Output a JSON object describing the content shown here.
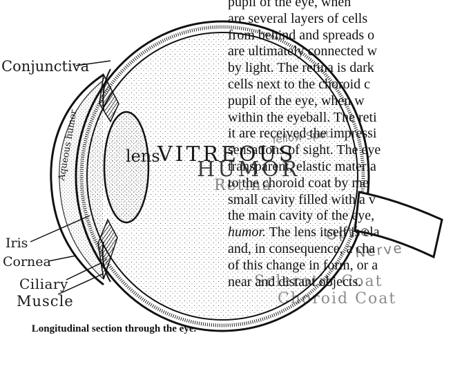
{
  "body_text": {
    "lines": [
      "pupil of the eye, when",
      "are several layers of cells",
      "from behind and spreads o",
      "are ultimately connected w",
      "by light. The retina is dark",
      "cells next to the choroid c",
      "pupil of the eye, when w",
      "within the eyeball. The reti",
      "it are received the impressi",
      "sensations of sight. The eye",
      "transparent, elastic materia",
      "to the choroid coat by me",
      "small cavity filled with a v",
      "the main cavity of the eye,",
      "and, in consequence, a cha",
      "of this change in form, or a",
      "near and distant objects."
    ],
    "italic_line": {
      "italic": "humor.",
      "rest": " The lens itself is ela"
    }
  },
  "figure": {
    "labels": {
      "conjunctiva": "Conjunctiva",
      "iris": "Iris",
      "cornea": "Cornea",
      "ciliary": "Ciliary",
      "muscle": "Muscle",
      "lens": "lens",
      "aqueous": "Aqueous humor",
      "vitreous": "VITREOUS",
      "humor": "HUMOR",
      "yellow_spot": "Yellow Spot",
      "retina": "Retina",
      "optic": "Optic",
      "nerve": "Nerve",
      "sclerotic": "Sclerotic Coat",
      "choroid": "Choroid Coat"
    },
    "caption": "Longitudinal section through the eye."
  },
  "colors": {
    "ink": "#1a1a1a",
    "paper": "#ffffff"
  }
}
